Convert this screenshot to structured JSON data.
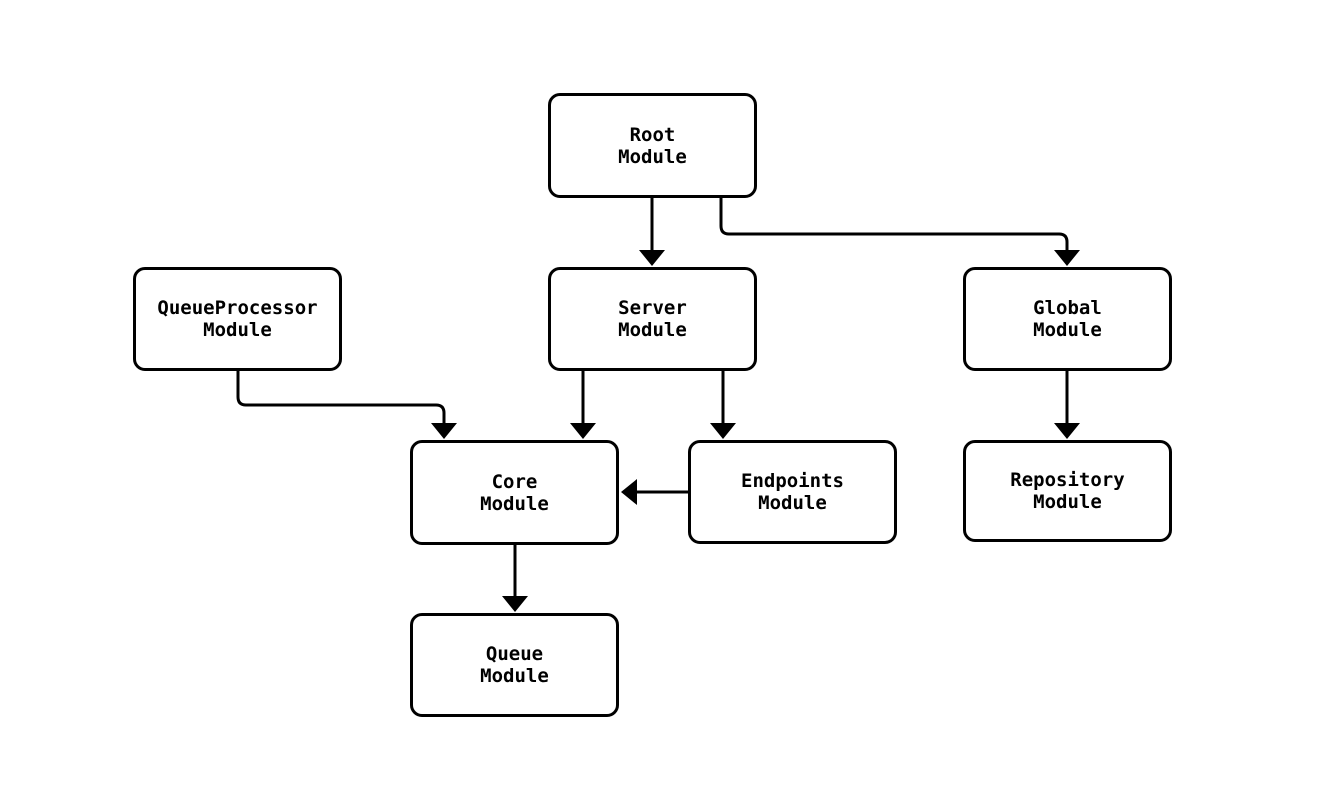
{
  "diagram": {
    "type": "flowchart",
    "direction": "top-down",
    "background_color": "#ffffff",
    "node_fill_color": "#ffffff",
    "node_border_color": "#000000",
    "edge_color": "#000000",
    "text_color": "#000000",
    "nodes": [
      {
        "id": "root",
        "label": "Root\nModule"
      },
      {
        "id": "queueProcessor",
        "label": "QueueProcessor\nModule"
      },
      {
        "id": "server",
        "label": "Server\nModule"
      },
      {
        "id": "global",
        "label": "Global\nModule"
      },
      {
        "id": "core",
        "label": "Core\nModule"
      },
      {
        "id": "endpoints",
        "label": "Endpoints\nModule"
      },
      {
        "id": "repository",
        "label": "Repository\nModule"
      },
      {
        "id": "queue",
        "label": "Queue\nModule"
      }
    ],
    "edges": [
      {
        "from": "root",
        "to": "server"
      },
      {
        "from": "root",
        "to": "global"
      },
      {
        "from": "queueProcessor",
        "to": "core"
      },
      {
        "from": "server",
        "to": "core"
      },
      {
        "from": "server",
        "to": "endpoints"
      },
      {
        "from": "endpoints",
        "to": "core"
      },
      {
        "from": "core",
        "to": "queue"
      },
      {
        "from": "global",
        "to": "repository"
      }
    ]
  }
}
